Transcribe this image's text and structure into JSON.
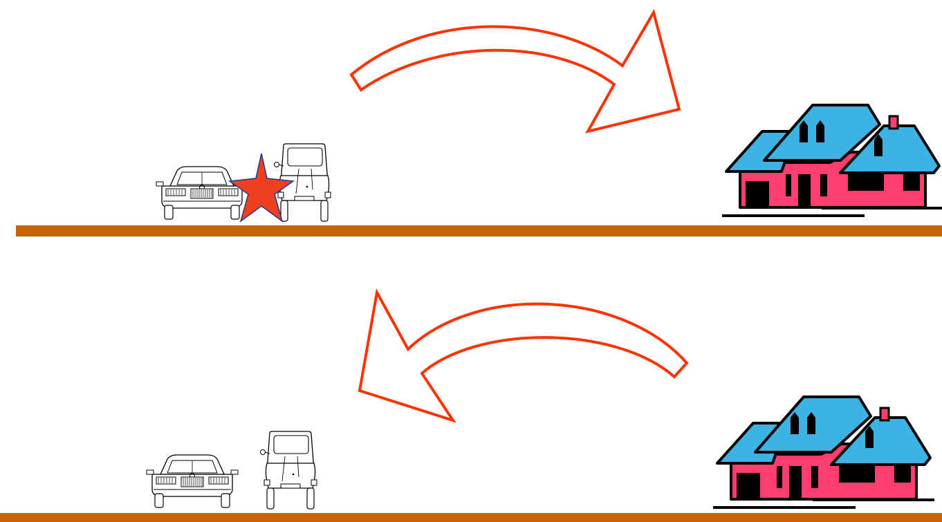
{
  "scenes": [
    {
      "name": "top-scene",
      "arrow_direction": "right",
      "collision_marker": true,
      "objects": [
        "sedan-front-view",
        "small-car-rear-view",
        "house-cluster"
      ]
    },
    {
      "name": "bottom-scene",
      "arrow_direction": "left",
      "collision_marker": false,
      "objects": [
        "sedan-front-view",
        "small-car-rear-view",
        "house-cluster"
      ]
    }
  ],
  "colors": {
    "road": "#C8650A",
    "arrow_stroke": "#FF3300",
    "star_fill": "#F04020",
    "star_stroke": "#1F3A8A",
    "house_wall": "#FF3D6E",
    "house_roof": "#3DB3E3",
    "outline": "#000000"
  },
  "icons": [
    "sedan-icon",
    "small-car-icon",
    "collision-star-icon",
    "house-icon",
    "curved-arrow-icon"
  ]
}
